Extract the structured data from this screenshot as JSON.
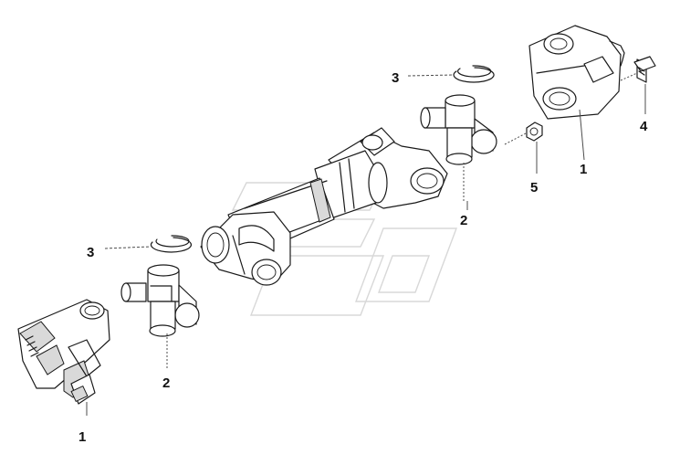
{
  "callouts": [
    {
      "id": "callout-1-left",
      "text": "1"
    },
    {
      "id": "callout-2-left",
      "text": "2"
    },
    {
      "id": "callout-3-left",
      "text": "3"
    },
    {
      "id": "callout-3-right",
      "text": "3"
    },
    {
      "id": "callout-2-right",
      "text": "2"
    },
    {
      "id": "callout-1-right",
      "text": "1"
    },
    {
      "id": "callout-4",
      "text": "4"
    },
    {
      "id": "callout-5",
      "text": "5"
    }
  ]
}
